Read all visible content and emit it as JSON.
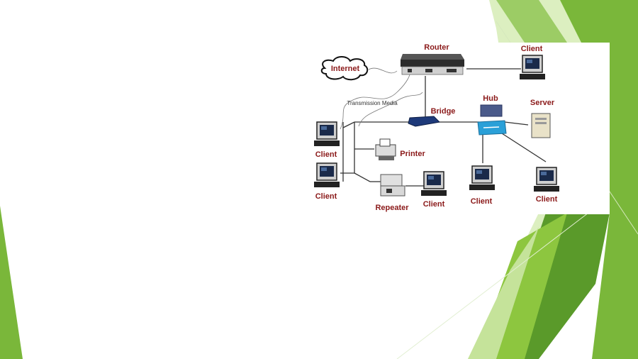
{
  "diagram": {
    "labels": {
      "router": "Router",
      "internet": "Internet",
      "transmission_media": "Transmission Media",
      "bridge": "Bridge",
      "hub": "Hub",
      "server": "Server",
      "printer": "Printer",
      "repeater": "Repeater",
      "client_top_right": "Client",
      "client_left_1": "Client",
      "client_left_2": "Client",
      "client_repeater": "Client",
      "client_hub_1": "Client",
      "client_hub_2": "Client"
    }
  },
  "colors": {
    "label_color": "#8b1a1a",
    "accent_green": "#7ab73a",
    "light_green": "#c5e39a",
    "dark_green": "#5a9a2a"
  }
}
